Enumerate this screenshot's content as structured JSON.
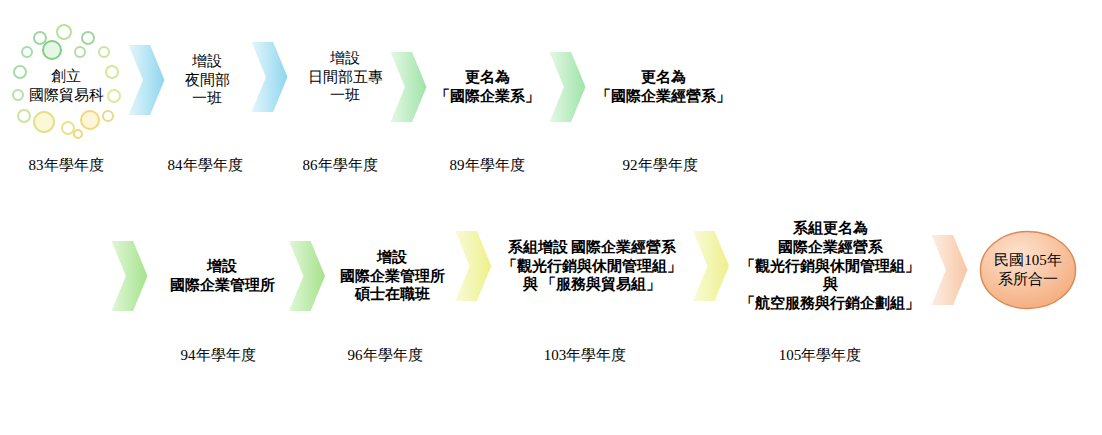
{
  "diagram": {
    "nodes": [
      {
        "text": [
          "創立 國際貿易科"
        ]
      },
      {
        "text": [
          "增設 夜間部 一班"
        ]
      },
      {
        "text": [
          "增設 日間部五專 一班"
        ]
      },
      {
        "text": [
          "更名為 「國際企業系」"
        ]
      },
      {
        "text": [
          "更名為 「國際企業經營系」"
        ]
      },
      {
        "text": [
          "增設 國際企業管理所"
        ]
      },
      {
        "text": [
          "增設 國際企業管理所 碩士在職班"
        ]
      },
      {
        "text": [
          "系組增設 國際企業經營系 「觀光行銷與休閒管理組」 與 「服務與貿易組」"
        ]
      },
      {
        "text": [
          "系組更名為 國際企業經營系 「觀光行銷與休閒管理組」 與 「航空服務與行銷企劃組」"
        ]
      },
      {
        "text": [
          "民國105年 系所合一"
        ]
      }
    ],
    "edges": [
      {
        "from": 0,
        "to": 1,
        "arrow": "to"
      },
      {
        "from": 1,
        "to": 2,
        "arrow": "to"
      },
      {
        "from": 2,
        "to": 3,
        "arrow": "to"
      },
      {
        "from": 3,
        "to": 4,
        "arrow": "to"
      },
      {
        "from": 4,
        "to": 5,
        "arrow": "to"
      },
      {
        "from": 5,
        "to": 6,
        "arrow": "to"
      },
      {
        "from": 6,
        "to": 7,
        "arrow": "to"
      },
      {
        "from": 7,
        "to": 8,
        "arrow": "to"
      },
      {
        "from": 8,
        "to": 9,
        "arrow": "to"
      }
    ],
    "labels": [
      "83年學年度",
      "84年學年度",
      "86年學年度",
      "89年學年度",
      "92年學年度",
      "94年學年度",
      "96年學年度",
      "103年學年度",
      "105年學年度"
    ]
  }
}
